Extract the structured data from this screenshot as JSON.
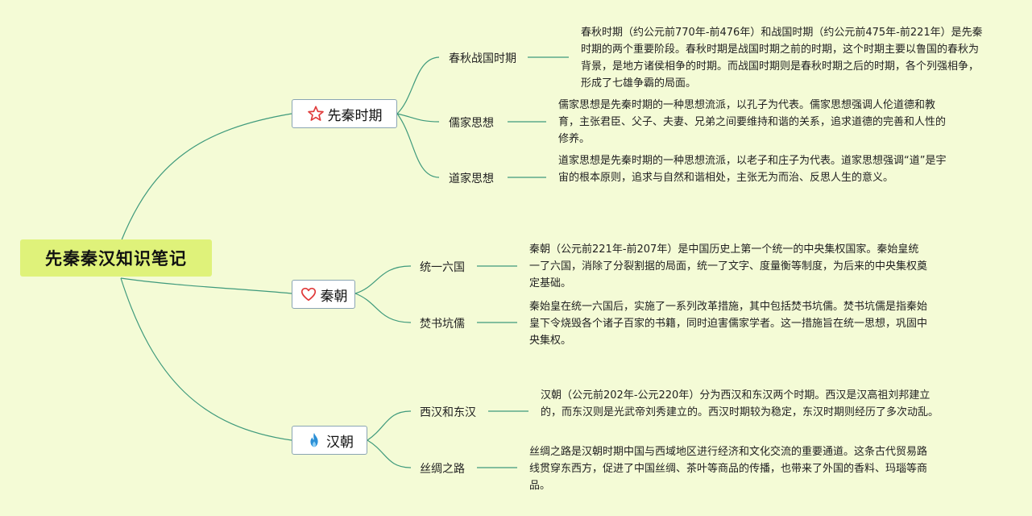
{
  "root": {
    "title": "先秦秦汉知识笔记"
  },
  "branches": [
    {
      "label": "先秦时期",
      "icon": "star-icon",
      "topics": [
        {
          "label": "春秋战国时期",
          "text": "春秋时期（约公元前770年-前476年）和战国时期（约公元前475年-前221年）是先秦时期的两个重要阶段。春秋时期是战国时期之前的时期，这个时期主要以鲁国的春秋为背景，是地方诸侯相争的时期。而战国时期则是春秋时期之后的时期，各个列强相争，形成了七雄争霸的局面。"
        },
        {
          "label": "儒家思想",
          "text": "儒家思想是先秦时期的一种思想流派，以孔子为代表。儒家思想强调人伦道德和教育，主张君臣、父子、夫妻、兄弟之间要维持和谐的关系，追求道德的完善和人性的修养。"
        },
        {
          "label": "道家思想",
          "text": "道家思想是先秦时期的一种思想流派，以老子和庄子为代表。道家思想强调“道”是宇宙的根本原则，追求与自然和谐相处，主张无为而治、反思人生的意义。"
        }
      ]
    },
    {
      "label": "秦朝",
      "icon": "heart-icon",
      "topics": [
        {
          "label": "统一六国",
          "text": "秦朝（公元前221年-前207年）是中国历史上第一个统一的中央集权国家。秦始皇统一了六国，消除了分裂割据的局面，统一了文字、度量衡等制度，为后来的中央集权奠定基础。"
        },
        {
          "label": "焚书坑儒",
          "text": "秦始皇在统一六国后，实施了一系列改革措施，其中包括焚书坑儒。焚书坑儒是指秦始皇下令烧毁各个诸子百家的书籍，同时迫害儒家学者。这一措施旨在统一思想，巩固中央集权。"
        }
      ]
    },
    {
      "label": "汉朝",
      "icon": "fire-icon",
      "topics": [
        {
          "label": "西汉和东汉",
          "text": "汉朝（公元前202年-公元220年）分为西汉和东汉两个时期。西汉是汉高祖刘邦建立的，而东汉则是光武帝刘秀建立的。西汉时期较为稳定，东汉时期则经历了多次动乱。"
        },
        {
          "label": "丝绸之路",
          "text": "丝绸之路是汉朝时期中国与西域地区进行经济和文化交流的重要通道。这条古代贸易路线贯穿东西方，促进了中国丝绸、茶叶等商品的传播，也带来了外国的香料、玛瑙等商品。"
        }
      ]
    }
  ]
}
